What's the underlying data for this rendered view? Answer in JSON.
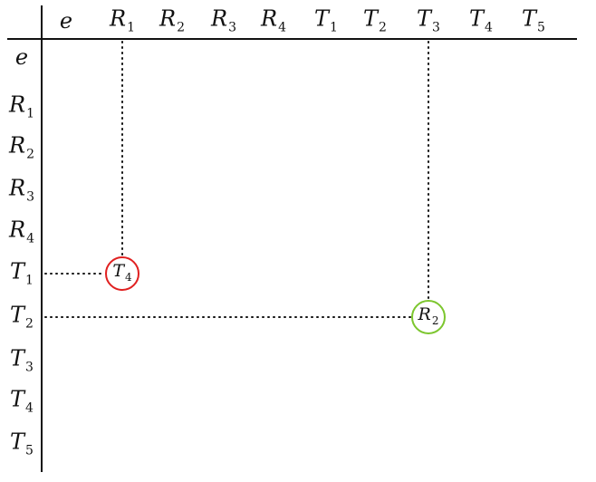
{
  "table": {
    "columns": [
      {
        "base": "e",
        "sub": ""
      },
      {
        "base": "R",
        "sub": "1"
      },
      {
        "base": "R",
        "sub": "2"
      },
      {
        "base": "R",
        "sub": "3"
      },
      {
        "base": "R",
        "sub": "4"
      },
      {
        "base": "T",
        "sub": "1"
      },
      {
        "base": "T",
        "sub": "2"
      },
      {
        "base": "T",
        "sub": "3"
      },
      {
        "base": "T",
        "sub": "4"
      },
      {
        "base": "T",
        "sub": "5"
      }
    ],
    "rows": [
      {
        "base": "e",
        "sub": ""
      },
      {
        "base": "R",
        "sub": "1"
      },
      {
        "base": "R",
        "sub": "2"
      },
      {
        "base": "R",
        "sub": "3"
      },
      {
        "base": "R",
        "sub": "4"
      },
      {
        "base": "T",
        "sub": "1"
      },
      {
        "base": "T",
        "sub": "2"
      },
      {
        "base": "T",
        "sub": "3"
      },
      {
        "base": "T",
        "sub": "4"
      },
      {
        "base": "T",
        "sub": "5"
      }
    ]
  },
  "highlights": [
    {
      "row": 5,
      "col": 1,
      "base": "T",
      "sub": "4",
      "color": "#e02020"
    },
    {
      "row": 6,
      "col": 7,
      "base": "R",
      "sub": "2",
      "color": "#7cc62e"
    }
  ]
}
